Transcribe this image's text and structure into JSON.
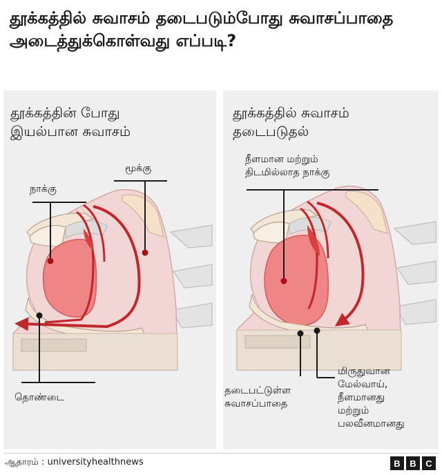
{
  "title": "தூக்கத்தில் சுவாசம் தடைபடும்போது சுவாசப்பாதை அடைத்துக்கொள்வது எப்படி?",
  "left_panel": {
    "heading_line1": "தூக்கத்தின் போது",
    "heading_line2": "இயல்பான சுவாசம்",
    "label_nose": "மூக்கு",
    "label_tongue": "நாக்கு",
    "label_throat": "தொண்டை"
  },
  "right_panel": {
    "heading_line1": "தூக்கத்தில் சுவாசம்",
    "heading_line2": "தடைபடுதல்",
    "label_tongue_line1": "நீளமான மற்றும்",
    "label_tongue_line2": "திடமில்லாத நாக்கு",
    "label_airway_line1": "தடைபட்டுள்ள",
    "label_airway_line2": "சுவாசப்பாதை",
    "label_palate_line1": "மிருதுவான",
    "label_palate_line2": "மேல்வாய்,",
    "label_palate_line3": "நீளமானது",
    "label_palate_line4": "மற்றும்",
    "label_palate_line5": "பலவீனமானது"
  },
  "footer": {
    "source": "ஆதாரம் : universityhealthnews",
    "logo_letters": [
      "B",
      "B",
      "C"
    ]
  },
  "colors": {
    "airflow_arrow": "#c0282c",
    "head_fill": "#f2d6d6",
    "tongue_fill": "#ef8585",
    "panel_bg": "#efefef"
  }
}
